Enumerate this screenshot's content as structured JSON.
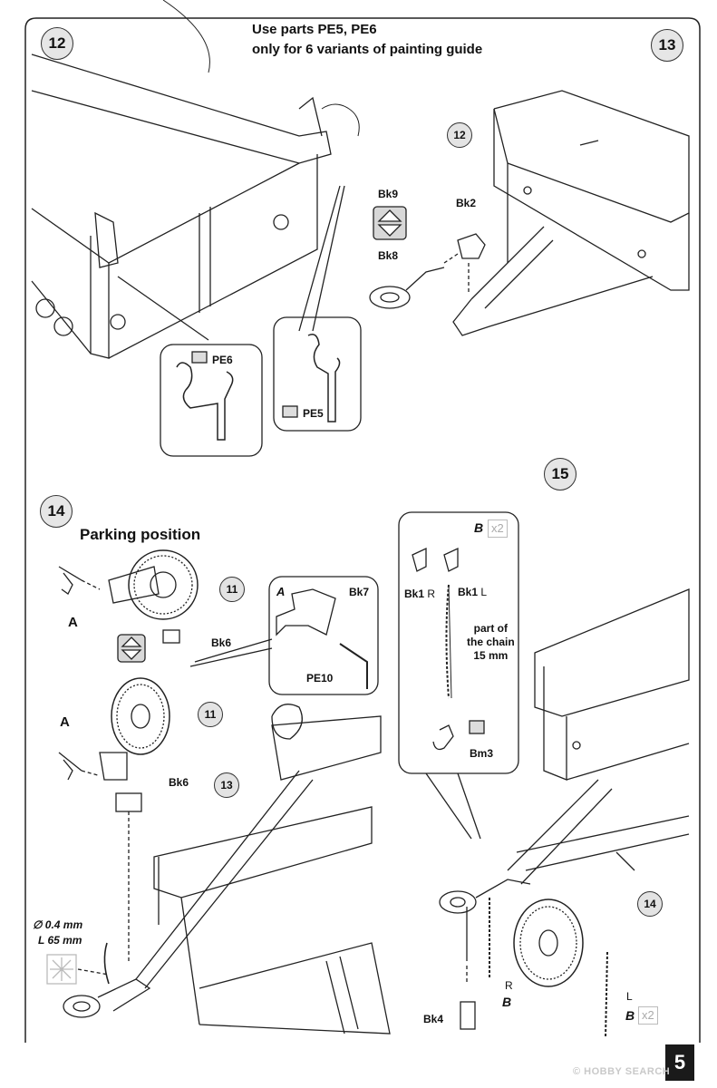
{
  "header": {
    "line1": "Use parts PE5, PE6",
    "line2": "only for  6 variants of painting guide"
  },
  "steps": {
    "s12": "12",
    "s13": "13",
    "s14": "14",
    "s15": "15"
  },
  "step12": {
    "pe6": "PE6",
    "pe5": "PE5"
  },
  "step13": {
    "ref12": "12",
    "bk9": "Bk9",
    "bk2": "Bk2",
    "bk8": "Bk8"
  },
  "step14": {
    "heading": "Parking position",
    "ref11a": "11",
    "ref11b": "11",
    "ref13": "13",
    "a1": "A",
    "a2": "A",
    "a_detail": "A",
    "bk6a": "Bk6",
    "bk6b": "Bk6",
    "bk7": "Bk7",
    "pe10": "PE10",
    "wire_d": "∅ 0.4 mm",
    "wire_l": "L 65 mm"
  },
  "step15": {
    "b_detail": "B",
    "x2_detail": "x2",
    "bk1r": "Bk1",
    "bk1r_side": "R",
    "bk1l": "Bk1",
    "bk1l_side": "L",
    "chain_note": "part of\nthe chain\n15 mm",
    "bm3": "Bm3",
    "ref14": "14",
    "bk4": "Bk4",
    "r_side": "R",
    "b_r": "B",
    "l_side": "L",
    "b_l": "B",
    "x2_l": "x2"
  },
  "footer": {
    "page_number": "5",
    "brand": "HOBBY SEARCH",
    "copyright": "©"
  }
}
